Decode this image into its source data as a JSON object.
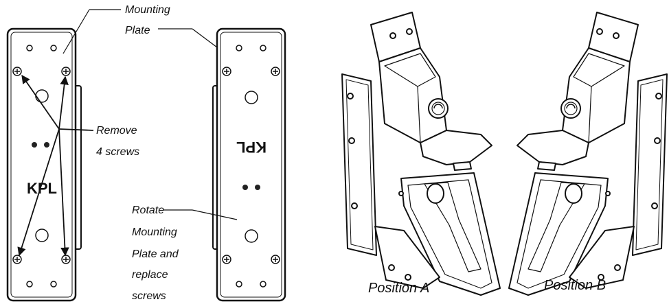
{
  "labels": {
    "mounting_plate": [
      "Mounting",
      "Plate"
    ],
    "remove_screws": [
      "Remove",
      "4 screws"
    ],
    "rotate_plate": [
      "Rotate",
      "Mounting",
      "Plate and",
      "replace",
      "screws"
    ],
    "position_a": "Position A",
    "position_b": "Position B",
    "brand_mark": "KPL"
  }
}
